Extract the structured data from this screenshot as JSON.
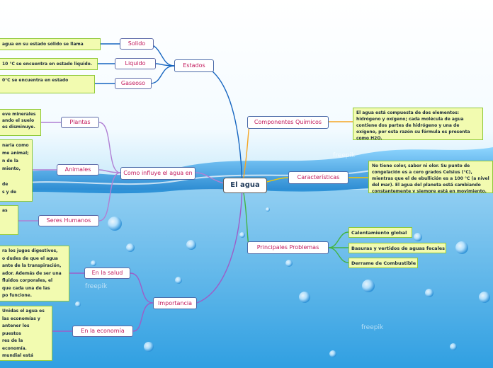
{
  "central": "El agua",
  "branches": {
    "estados": "Estados",
    "solido": "Solido",
    "liquido": "Liquido",
    "gaseoso": "Gaseoso",
    "influye": "Como influye el agua en",
    "plantas": "Plantas",
    "animales": "Animales",
    "seres": "Seres Humanos",
    "importancia": "Importancia",
    "salud": "En la salud",
    "economia": "En la economía",
    "componentes": "Componentes Químicos",
    "caracteristicas": "Características",
    "problemas": "Principales Problemas"
  },
  "notes": {
    "solido": "agua en su estado sólido se llama hielo.",
    "liquido": "10 °C se encuentra en estado líquido.",
    "gaseoso": "0°C se encuentra en estado",
    "plantas": "eve minerales\nando el suelo\nes disminuye.",
    "animales": "naria como\nme animal;\nn de la\nmiento,\n\nde\ns y de",
    "seres": "as",
    "salud": "ra los jugos digestivos,\no dudes de que el agua\nante de la transpiración,\nador. Además de ser una\nfluidos corporales, el\nque cada una de las\npo funcione.",
    "economia": "Unidas el agua es\nlas economías y\nantener los puestos\nres de la economía.\nmundial está\nme dependen del\nales: Agricultura.",
    "componentes": "El agua está compuesta de dos elementos: hidrógeno y oxígeno; cada molécula de agua contiene dos partes de hidrógeno y una de oxígeno, por esta razón su fórmula es presenta como H2O.",
    "caracteristicas": "No tiene color, sabor ni olor. Su punto de congelación es a cero grados Celsius (°C), mientras que el de ebullición es a 100 °C (a nivel del mar). El agua del planeta está cambiando constantemente y siempre está en movimiento."
  },
  "problems": [
    "Calentamiento global",
    "Basuras y vertidos de aguas fecales",
    "Derrame de Combustible"
  ],
  "colors": {
    "estados_line": "#1565c0",
    "influye_line": "#b07fd4",
    "importancia_line": "#9c5ec9",
    "componentes_line": "#f5a623",
    "caracteristicas_line": "#f5c800",
    "problemas_line": "#43b343"
  },
  "watermarks": [
    "freepik",
    "freepik",
    "freepik"
  ]
}
